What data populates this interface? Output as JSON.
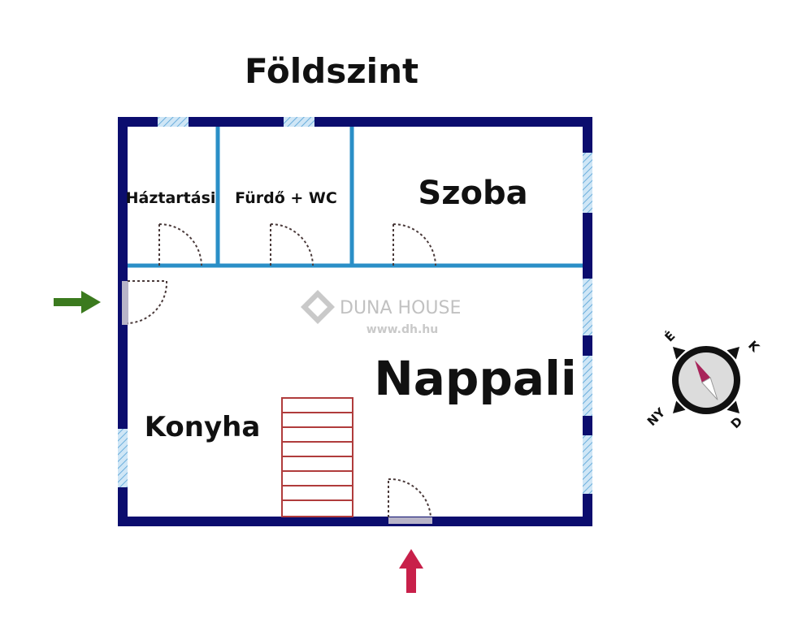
{
  "title": "Földszint",
  "rooms": {
    "haztartasi": "Háztartási",
    "furdo": "Fürdő + WC",
    "szoba": "Szoba",
    "nappali": "Nappali",
    "konyha": "Konyha"
  },
  "watermark": {
    "brand": "DUNA HOUSE",
    "url": "www.dh.hu"
  },
  "compass": {
    "north": "É",
    "east": "K",
    "south": "D",
    "west": "NY"
  },
  "colors": {
    "outer_wall": "#0b0d6e",
    "inner_wall": "#2a8fc7",
    "window": "#8ec4e8",
    "door": "#4a3a3a",
    "stairs": "#b03c3c",
    "entry_arrow_side": "#3b7a1e",
    "entry_arrow_bottom": "#c8204a"
  }
}
